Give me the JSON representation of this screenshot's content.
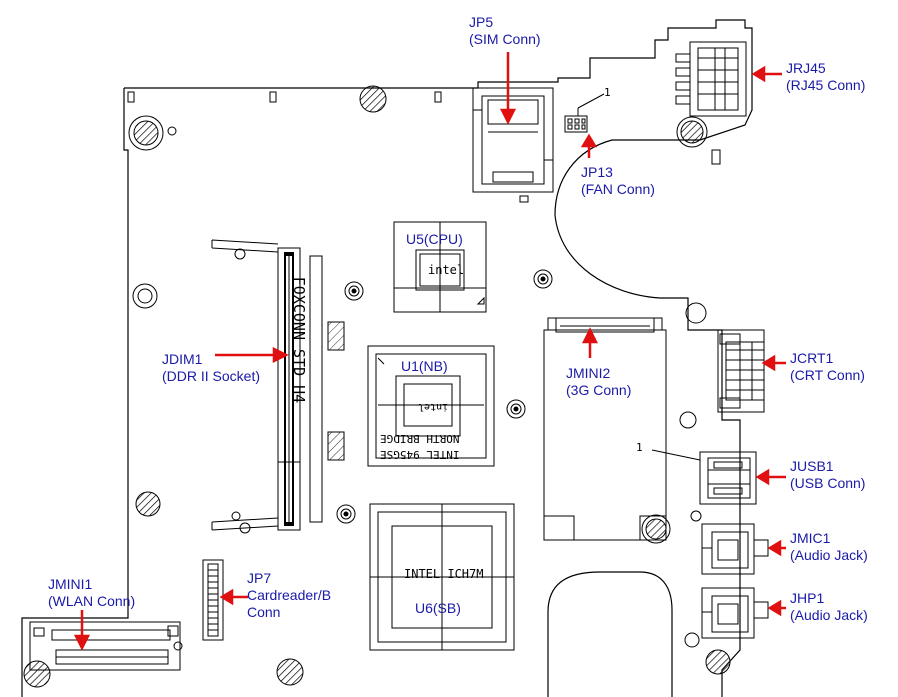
{
  "colors": {
    "outline": "#000000",
    "label": "#1a1aa8",
    "arrow": "#e01010",
    "hatch": "#000000"
  },
  "callouts": {
    "jp5": {
      "name": "JP5",
      "desc": "(SIM Conn)"
    },
    "jrj45": {
      "name": "JRJ45",
      "desc": "(RJ45 Conn)"
    },
    "jp13": {
      "name": "JP13",
      "desc": "(FAN Conn)"
    },
    "jdim1": {
      "name": "JDIM1",
      "desc": "(DDR II Socket)"
    },
    "jmini2": {
      "name": "JMINI2",
      "desc": "(3G Conn)"
    },
    "jcrt1": {
      "name": "JCRT1",
      "desc": "(CRT Conn)"
    },
    "jusb1": {
      "name": "JUSB1",
      "desc": "(USB Conn)"
    },
    "jmic1": {
      "name": "JMIC1",
      "desc": "(Audio Jack)"
    },
    "jhp1": {
      "name": "JHP1",
      "desc": "(Audio Jack)"
    },
    "jp7": {
      "name": "JP7",
      "desc1": "Cardreader/B",
      "desc2": "Conn"
    },
    "jmini1": {
      "name": "JMINI1",
      "desc": "(WLAN Conn)"
    }
  },
  "chips": {
    "u5": {
      "label": "U5(CPU)",
      "mark": "intel"
    },
    "u1": {
      "label": "U1(NB)",
      "mark": "intel",
      "line1": "INTEL 945GSE",
      "line2": "NORTH BRIDGE"
    },
    "u6": {
      "label": "U6(SB)",
      "mark": "INTEL ICH7M"
    }
  },
  "silkscreen": {
    "socket_vendor": "FOXCONN STD H4",
    "pin1_fan": "1",
    "pin1_usb": "1"
  }
}
